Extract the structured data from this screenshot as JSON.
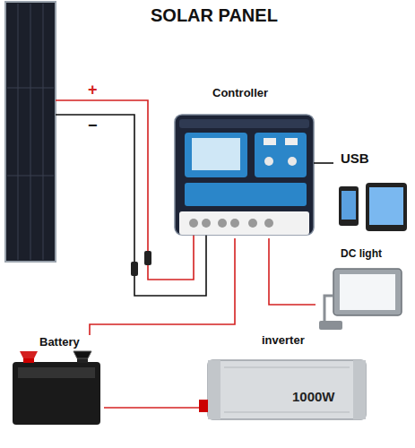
{
  "diagram": {
    "title": "SOLAR PANEL",
    "nodes": [
      {
        "text": [
          "Controller"
        ]
      },
      {
        "text": [
          "USB"
        ]
      },
      {
        "text": [
          "DC light"
        ]
      },
      {
        "text": [
          "Battery"
        ]
      },
      {
        "text": [
          "inverter",
          "1000W"
        ]
      }
    ],
    "edges": [
      {
        "from": 0,
        "to": 1,
        "arrow": "none"
      },
      {
        "from": 0,
        "to": 2,
        "arrow": "none"
      },
      {
        "from": 0,
        "to": 3,
        "arrow": "none"
      },
      {
        "from": 3,
        "to": 4,
        "arrow": "none"
      }
    ],
    "labels": [
      "+",
      "−"
    ]
  }
}
